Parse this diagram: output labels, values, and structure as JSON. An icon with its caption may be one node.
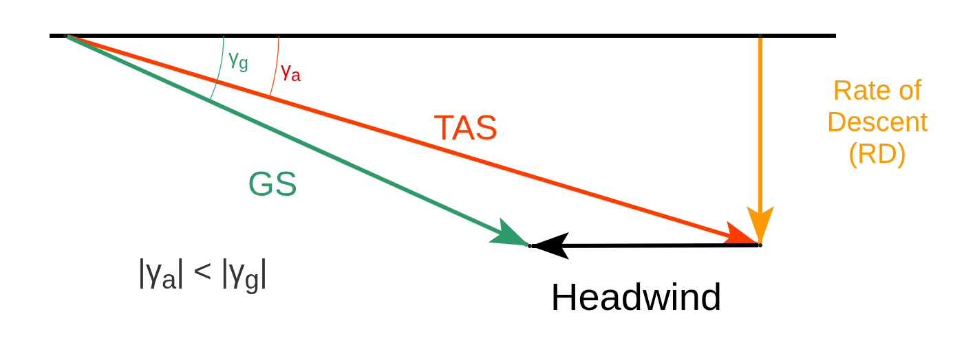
{
  "diagram": {
    "nodes": [
      {
        "text": [],
        "shape": "point"
      },
      {
        "text": [],
        "shape": "point"
      },
      {
        "text": [],
        "shape": "point"
      },
      {
        "text": [],
        "shape": "point"
      }
    ],
    "edges": [
      {
        "from": 0,
        "to": 3,
        "arrow": "to",
        "label": "TAS",
        "color": "#ff3c00"
      },
      {
        "from": 0,
        "to": 2,
        "arrow": "to",
        "label": "GS",
        "color": "#2e9a6a"
      },
      {
        "from": 1,
        "to": 3,
        "arrow": "to",
        "label": "Rate of Descent (RD)",
        "color": "#ff9900"
      },
      {
        "from": 3,
        "to": 2,
        "arrow": "to",
        "label": "Headwind",
        "color": "#000000"
      }
    ],
    "labels": [
      "γ$_{g}$",
      "γ$_{a}$",
      "|γ$_{a}$| < |γ$_{g}$|"
    ]
  }
}
